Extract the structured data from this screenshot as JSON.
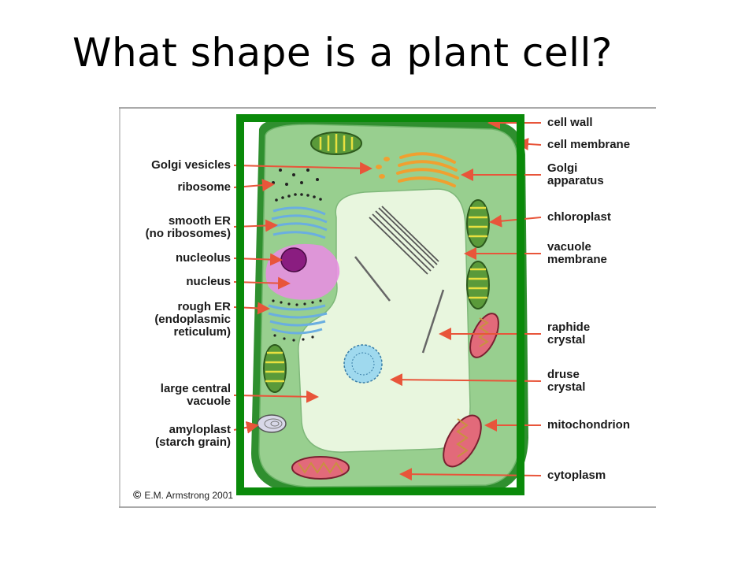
{
  "title": "What shape is a plant cell?",
  "diagram": {
    "left_labels": [
      {
        "id": "golgi-vesicles",
        "text": "Golgi vesicles"
      },
      {
        "id": "ribosome",
        "text": "ribosome"
      },
      {
        "id": "smooth-er",
        "text": "smooth ER\n(no ribosomes)"
      },
      {
        "id": "nucleolus",
        "text": "nucleolus"
      },
      {
        "id": "nucleus",
        "text": "nucleus"
      },
      {
        "id": "rough-er",
        "text": "rough ER\n(endoplasmic\nreticulum)"
      },
      {
        "id": "large-central-vacuole",
        "text": "large central\nvacuole"
      },
      {
        "id": "amyloplast",
        "text": "amyloplast\n(starch grain)"
      }
    ],
    "right_labels": [
      {
        "id": "cell-wall",
        "text": "cell wall"
      },
      {
        "id": "cell-membrane",
        "text": "cell membrane"
      },
      {
        "id": "golgi-apparatus",
        "text": "Golgi\napparatus"
      },
      {
        "id": "chloroplast",
        "text": "chloroplast"
      },
      {
        "id": "vacuole-membrane",
        "text": "vacuole\nmembrane"
      },
      {
        "id": "raphide-crystal",
        "text": "raphide\ncrystal"
      },
      {
        "id": "druse-crystal",
        "text": "druse\ncrystal"
      },
      {
        "id": "mitochondrion",
        "text": "mitochondrion"
      },
      {
        "id": "cytoplasm",
        "text": "cytoplasm"
      }
    ],
    "copyright": "E.M. Armstrong 2001",
    "copyright_symbol": "©",
    "colors": {
      "highlight_box": "#0a8a0a",
      "cell_wall": "#2f8f2f",
      "cytoplasm": "#98cf8f",
      "vacuole": "#e8f6de",
      "arrows": "#e8553a",
      "nucleus": "#e58fe0",
      "nucleolus": "#8a1d80",
      "golgi": "#f0a030",
      "er": "#6aaee0",
      "mitochondrion": "#e26a7a",
      "chloroplast_stripes": "#e8e040"
    }
  }
}
